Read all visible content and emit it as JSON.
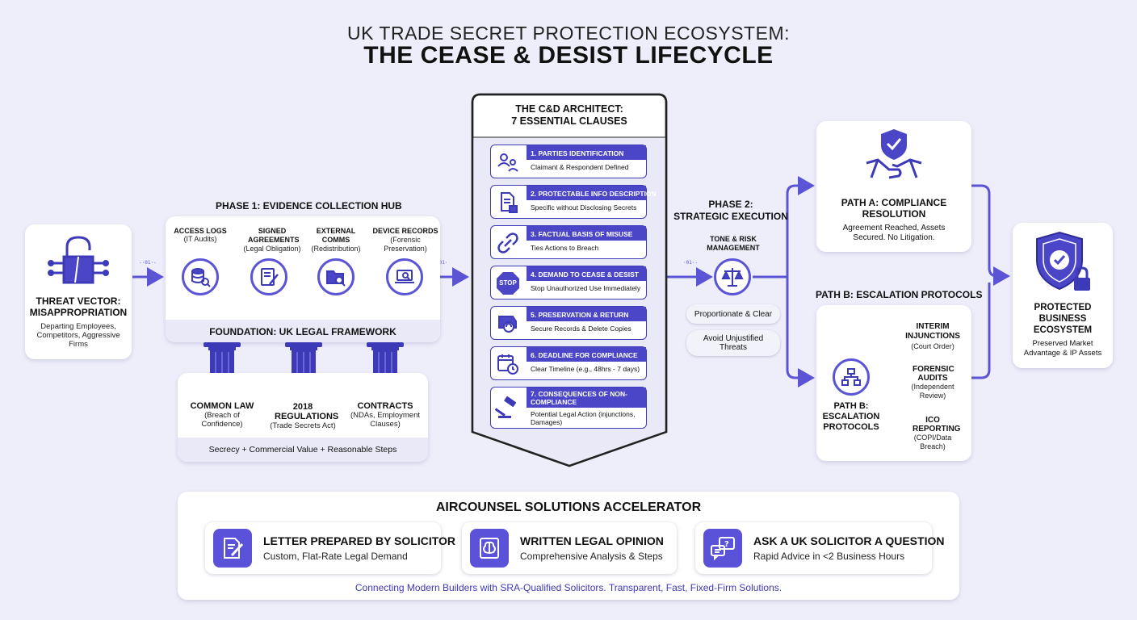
{
  "header": {
    "title_line1": "UK TRADE SECRET PROTECTION ECOSYSTEM:",
    "title_line2": "THE CEASE & DESIST LIFECYCLE"
  },
  "threat": {
    "title_line1": "THREAT VECTOR:",
    "title_line2": "MISAPPROPRIATION",
    "desc": "Departing Employees, Competitors, Aggressive Firms",
    "icon": "broken-lock-circuit-icon"
  },
  "phase1": {
    "title": "PHASE 1: EVIDENCE COLLECTION HUB",
    "steps": [
      {
        "title": "ACCESS LOGS",
        "sub": "(IT Audits)",
        "icon": "database-search-icon"
      },
      {
        "title": "SIGNED AGREEMENTS",
        "sub": "(Legal Obligation)",
        "icon": "signed-document-icon"
      },
      {
        "title": "EXTERNAL COMMS",
        "sub": "(Redistribution)",
        "icon": "folder-search-icon"
      },
      {
        "title": "DEVICE RECORDS",
        "sub": "(Forensic Preservation)",
        "icon": "laptop-search-icon"
      }
    ],
    "foundation": "FOUNDATION: UK LEGAL FRAMEWORK"
  },
  "pillars": [
    {
      "title": "COMMON LAW",
      "sub": "(Breach of Confidence)"
    },
    {
      "title": "2018 REGULATIONS",
      "sub": "(Trade Secrets Act)"
    },
    {
      "title": "CONTRACTS",
      "sub": "(NDAs, Employment Clauses)"
    }
  ],
  "pillars_footer": "Secrecy + Commercial Value + Reasonable Steps",
  "architect": {
    "title_line1": "THE C&D ARCHITECT:",
    "title_line2": "7 ESSENTIAL CLAUSES",
    "clauses": [
      {
        "title": "1. PARTIES IDENTIFICATION",
        "desc": "Claimant & Respondent Defined",
        "icon": "people-exchange-icon"
      },
      {
        "title": "2. PROTECTABLE INFO DESCRIPTION",
        "desc": "Specific without Disclosing Secrets",
        "icon": "locked-document-icon"
      },
      {
        "title": "3. FACTUAL BASIS OF MISUSE",
        "desc": "Ties Actions to Breach",
        "icon": "broken-link-icon"
      },
      {
        "title": "4. DEMAND TO CEASE & DESIST",
        "desc": "Stop Unauthorized Use Immediately",
        "icon": "stop-sign-icon",
        "badge": "STOP"
      },
      {
        "title": "5. PRESERVATION & RETURN",
        "desc": "Secure Records & Delete Copies",
        "icon": "drive-restore-icon"
      },
      {
        "title": "6. DEADLINE FOR COMPLIANCE",
        "desc": "Clear Timeline (e.g., 48hrs - 7 days)",
        "icon": "calendar-clock-icon"
      },
      {
        "title": "7. CONSEQUENCES OF NON-COMPLIANCE",
        "desc": "Potential Legal Action (injunctions, Damages)",
        "icon": "gavel-icon"
      }
    ]
  },
  "phase2": {
    "title_line1": "PHASE 2:",
    "title_line2": "STRATEGIC EXECUTION",
    "node_title": "TONE & RISK MANAGEMENT",
    "node_icon": "scales-icon",
    "pills": [
      "Proportionate & Clear",
      "Avoid Unjustified Threats"
    ]
  },
  "path_a": {
    "title": "PATH A: COMPLIANCE RESOLUTION",
    "desc": "Agreement Reached, Assets Secured. No Litigation.",
    "icon": "shield-handshake-icon"
  },
  "path_b": {
    "header": "PATH B: ESCALATION PROTOCOLS",
    "node_title": "PATH B: ESCALATION PROTOCOLS",
    "icon": "hierarchy-icon",
    "items": [
      {
        "title": "INTERIM INJUNCTIONS",
        "sub": "(Court Order)"
      },
      {
        "title": "FORENSIC AUDITS",
        "sub": "(Independent Review)"
      },
      {
        "title": "ICO REPORTING",
        "sub": "(COPI/Data Breach)"
      }
    ]
  },
  "protected": {
    "title": "PROTECTED BUSINESS ECOSYSTEM",
    "desc": "Preserved Market Advantage & IP Assets",
    "icon": "shield-check-lock-icon"
  },
  "accelerator": {
    "title": "AIRCOUNSEL SOLUTIONS ACCELERATOR",
    "cards": [
      {
        "title": "LETTER PREPARED BY SOLICITOR",
        "sub": "Custom, Flat-Rate Legal Demand",
        "icon": "document-pen-icon"
      },
      {
        "title": "WRITTEN LEGAL OPINION",
        "sub": "Comprehensive Analysis & Steps",
        "icon": "brain-document-icon"
      },
      {
        "title": "ASK A UK SOLICITOR A QUESTION",
        "sub": "Rapid Advice in <2 Business Hours",
        "icon": "chat-question-icon"
      }
    ],
    "footer": "Connecting Modern Builders with SRA-Qualified Solicitors. Transparent, Fast, Fixed-Firm Solutions."
  },
  "colors": {
    "accent": "#4b46c8",
    "background": "#eeeefb",
    "connector": "#5b55d6"
  }
}
